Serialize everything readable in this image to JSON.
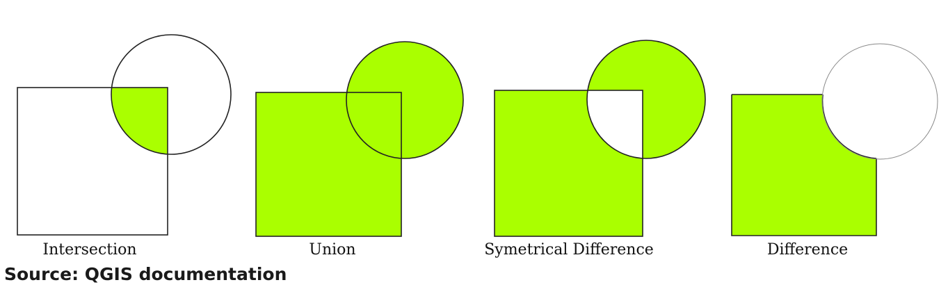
{
  "figure": {
    "panels": [
      {
        "operation": "intersection",
        "label": "Intersection"
      },
      {
        "operation": "union",
        "label": "Union"
      },
      {
        "operation": "symmetrical-difference",
        "label": "Symetrical Difference"
      },
      {
        "operation": "difference",
        "label": "Difference"
      }
    ],
    "colors": {
      "fill": "#aaff00",
      "stroke": "#222222",
      "background": "#ffffff"
    }
  },
  "caption": {
    "source": "Source: QGIS documentation"
  }
}
